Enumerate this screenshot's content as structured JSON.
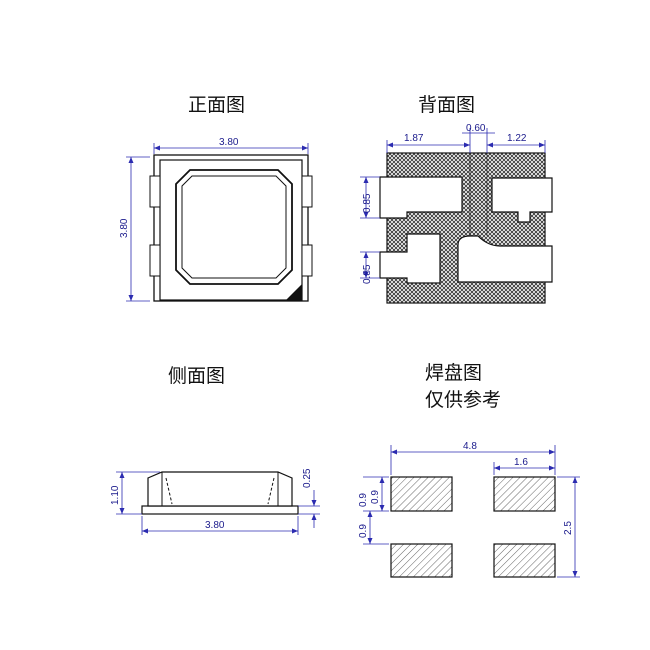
{
  "titles": {
    "front": "正面图",
    "back": "背面图",
    "side": "侧面图",
    "pad_line1": "焊盘图",
    "pad_line2": "仅供参考"
  },
  "front": {
    "width": "3.80",
    "height": "3.80"
  },
  "back": {
    "left_width": "1.87",
    "gap": "0.60",
    "right_width": "1.22",
    "upper_pad_height": "0.85",
    "lower_pad_height": "0.85"
  },
  "side": {
    "height": "1.10",
    "base_thickness": "0.25",
    "width": "3.80"
  },
  "pad": {
    "total_width": "4.8",
    "pad_width": "1.6",
    "upper_pad_height": "0.9",
    "pad_gap": "0.9",
    "total_height": "2.5"
  },
  "colors": {
    "dimension": "#2b2bb0",
    "outline": "#111111"
  }
}
